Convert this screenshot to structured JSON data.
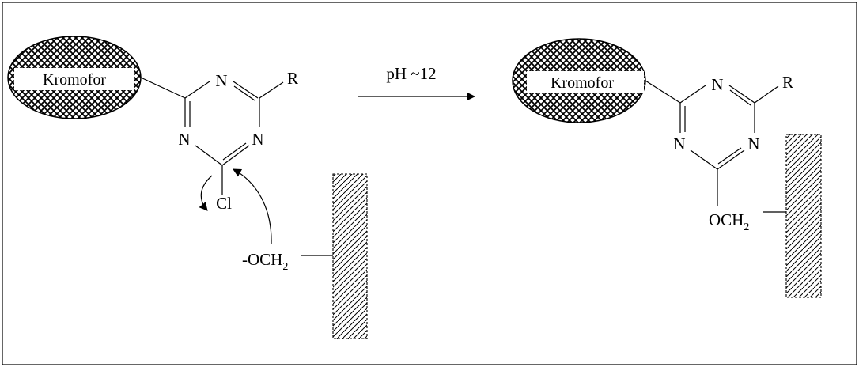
{
  "reactant": {
    "chromophore": "Kromofor",
    "ring_nitrogens": [
      "N",
      "N",
      "N"
    ],
    "substituent": "R",
    "leaving_group": "Cl",
    "fiber_group": {
      "prefix": "-OCH",
      "subscript": "2"
    }
  },
  "reaction": {
    "condition": "pH ~12"
  },
  "product": {
    "chromophore": "Kromofor",
    "ring_nitrogens": [
      "N",
      "N",
      "N"
    ],
    "substituent": "R",
    "fiber_link": {
      "prefix": "OCH",
      "subscript": "2"
    }
  },
  "colors": {
    "line": "#000000",
    "background": "#ffffff"
  }
}
